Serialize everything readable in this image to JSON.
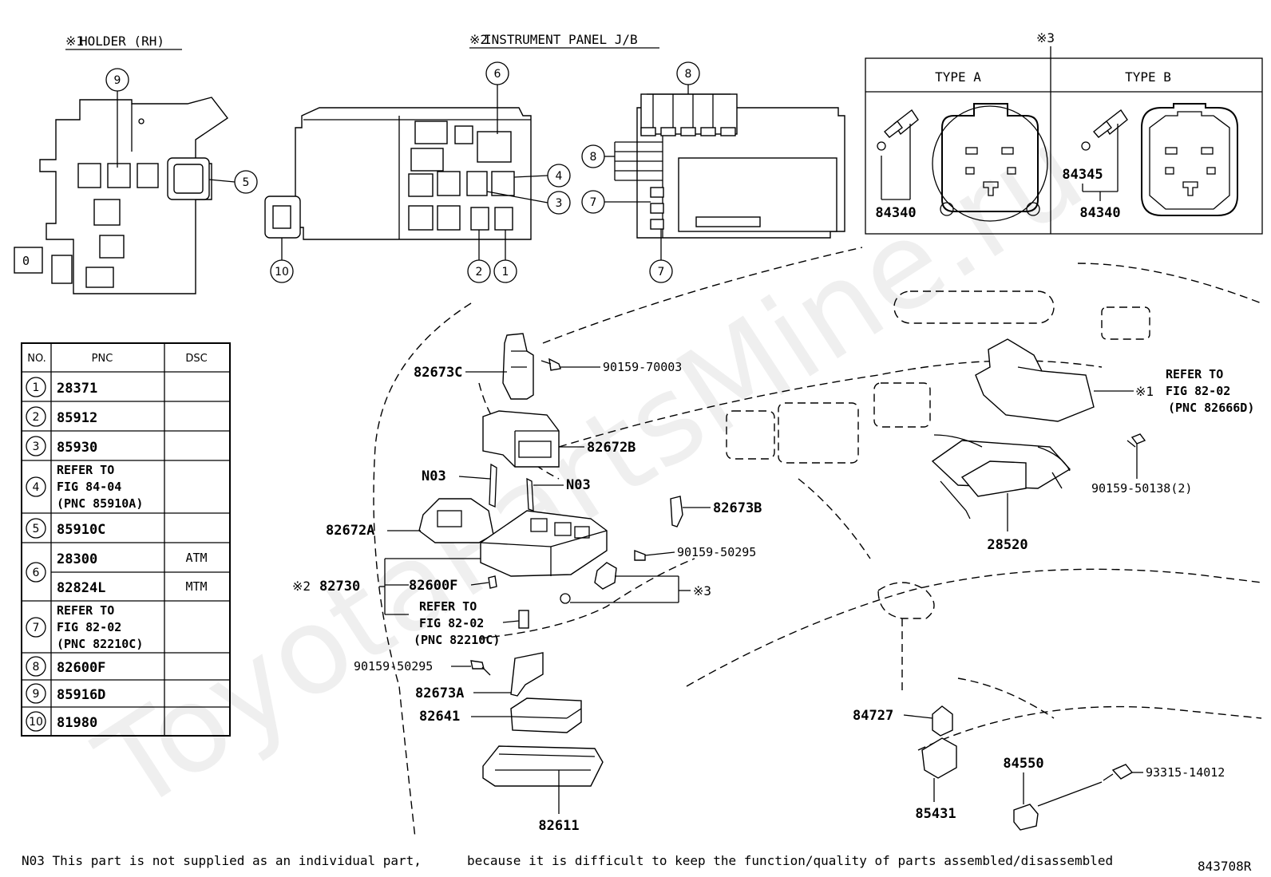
{
  "sections": {
    "holder": {
      "mark": "※1",
      "title": "HOLDER (RH)"
    },
    "junction_block": {
      "mark": "※2",
      "title": "INSTRUMENT PANEL J/B"
    },
    "switch_types": {
      "mark": "※3",
      "type_a": "TYPE A",
      "type_b": "TYPE B"
    }
  },
  "callouts": {
    "holder": [
      "9",
      "5"
    ],
    "jb_left": [
      "6",
      "4",
      "3",
      "10",
      "2",
      "1"
    ],
    "jb_right": [
      "8",
      "8",
      "7",
      "7"
    ]
  },
  "type_parts": {
    "a": [
      "84340"
    ],
    "b": [
      "84345",
      "84340"
    ]
  },
  "table": {
    "headers": [
      "NO.",
      "PNC",
      "DSC"
    ],
    "rows": [
      {
        "no": "1",
        "lines": [
          "28371"
        ],
        "dsc": ""
      },
      {
        "no": "2",
        "lines": [
          "85912"
        ],
        "dsc": ""
      },
      {
        "no": "3",
        "lines": [
          "85930"
        ],
        "dsc": ""
      },
      {
        "no": "4",
        "lines": [
          "REFER TO",
          "FIG 84-04",
          "(PNC 85910A)"
        ],
        "dsc": ""
      },
      {
        "no": "5",
        "lines": [
          "85910C"
        ],
        "dsc": ""
      },
      {
        "no": "6",
        "lines": [
          "28300",
          "82824L"
        ],
        "dsc": [
          "ATM",
          "MTM"
        ]
      },
      {
        "no": "7",
        "lines": [
          "REFER TO",
          "FIG 82-02",
          "(PNC 82210C)"
        ],
        "dsc": ""
      },
      {
        "no": "8",
        "lines": [
          "82600F"
        ],
        "dsc": ""
      },
      {
        "no": "9",
        "lines": [
          "85916D"
        ],
        "dsc": ""
      },
      {
        "no": "10",
        "lines": [
          "81980"
        ],
        "dsc": ""
      }
    ]
  },
  "parts": {
    "p82673C": "82673C",
    "p90159_70003": "90159-70003",
    "p82672B": "82672B",
    "n03_left": "N03",
    "n03_right": "N03",
    "p82672A": "82672A",
    "p82673B": "82673B",
    "p90159_50295_a": "90159-50295",
    "mark3": "※3",
    "mark2": "※2",
    "p82730": "82730",
    "p82600F": "82600F",
    "refer_a": [
      "REFER TO",
      "FIG 82-02",
      "(PNC 82210C)"
    ],
    "p90159_50295_b": "90159-50295",
    "p82673A": "82673A",
    "p82641": "82641",
    "p82611": "82611",
    "mark1": "※1",
    "refer_b": [
      "REFER TO",
      "FIG 82-02",
      "(PNC 82666D)"
    ],
    "p90159_50138": "90159-50138(2)",
    "p28520": "28520",
    "p84727": "84727",
    "p84550": "84550",
    "p93315_14012": "93315-14012",
    "p85431": "85431"
  },
  "footer": {
    "note_left": "N03 This part is not supplied as an individual part,",
    "note_right": "because it is difficult to keep the function/quality of parts assembled/disassembled",
    "figure_code": "843708R"
  },
  "watermark": "ToyotaPartsMine.ru"
}
